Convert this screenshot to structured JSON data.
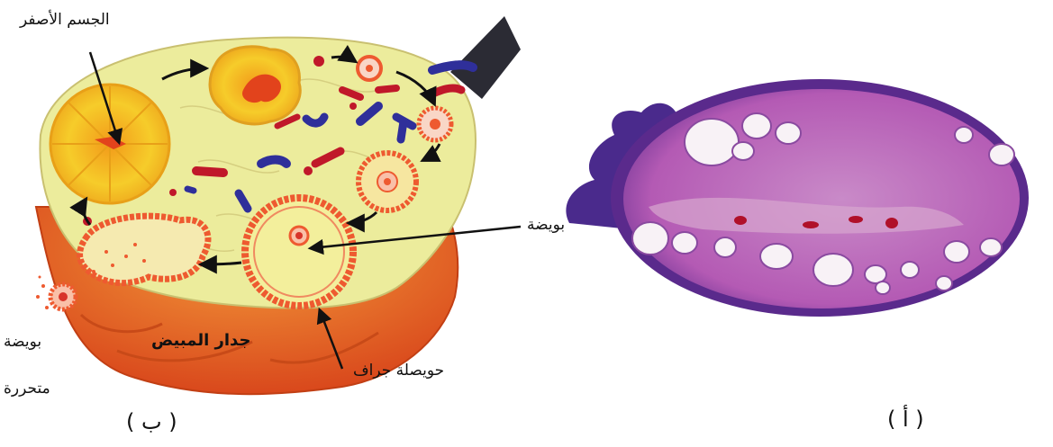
{
  "diagram_b": {
    "labels": {
      "corpus_luteum": "الجسم الأصفر",
      "ovum": "بويضة",
      "released_ovum_line1": "بويضة",
      "released_ovum_line2": "متحررة",
      "ovary_wall": "جدار المبيض",
      "graafian_follicle": "حويصلة جراف"
    },
    "panel_label": "( ب )",
    "colors": {
      "stroma": "#ecec9c",
      "wall": "#e86a22",
      "follicle": "#ee5a30",
      "corpus_luteum": "#f6cc2a",
      "blue_vessel": "#2f2f9a",
      "red_vessel": "#c0182a"
    }
  },
  "micrograph_a": {
    "panel_label": "( أ )",
    "colors": {
      "tissue": "#b45ab4",
      "cortex": "#5a2a8c",
      "cavity": "#f8f2f6"
    }
  }
}
